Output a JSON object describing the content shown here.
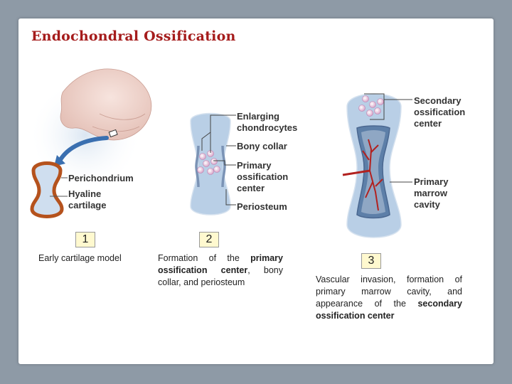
{
  "title": "Endochondral Ossification",
  "colors": {
    "title": "#a51c1c",
    "cartilage": "#b9cfe6",
    "bone_shell": "#7b93b5",
    "perichondrium": "#b5521d",
    "vessel": "#b2211f",
    "badge_fill": "#fff9cf"
  },
  "stage1": {
    "number": "1",
    "labels": {
      "perichondrium": "Perichondrium",
      "hyaline": "Hyaline cartilage"
    },
    "caption": "Early cartilage model"
  },
  "stage2": {
    "number": "2",
    "labels": {
      "enlarging": "Enlarging chondrocytes",
      "bony_collar": "Bony collar",
      "primary_center": "Primary ossification center",
      "periosteum": "Periosteum"
    },
    "caption": {
      "part1": "Formation of the ",
      "bold1": "primary ossification center",
      "part2": ", bony collar, and periosteum"
    }
  },
  "stage3": {
    "number": "3",
    "labels": {
      "secondary_center": "Secondary ossification center",
      "primary_marrow": "Primary marrow cavity"
    },
    "caption": {
      "part1": "Vascular invasion, formation of primary marrow cavity, and appearance of the ",
      "bold1": "secondary ossification center"
    }
  }
}
